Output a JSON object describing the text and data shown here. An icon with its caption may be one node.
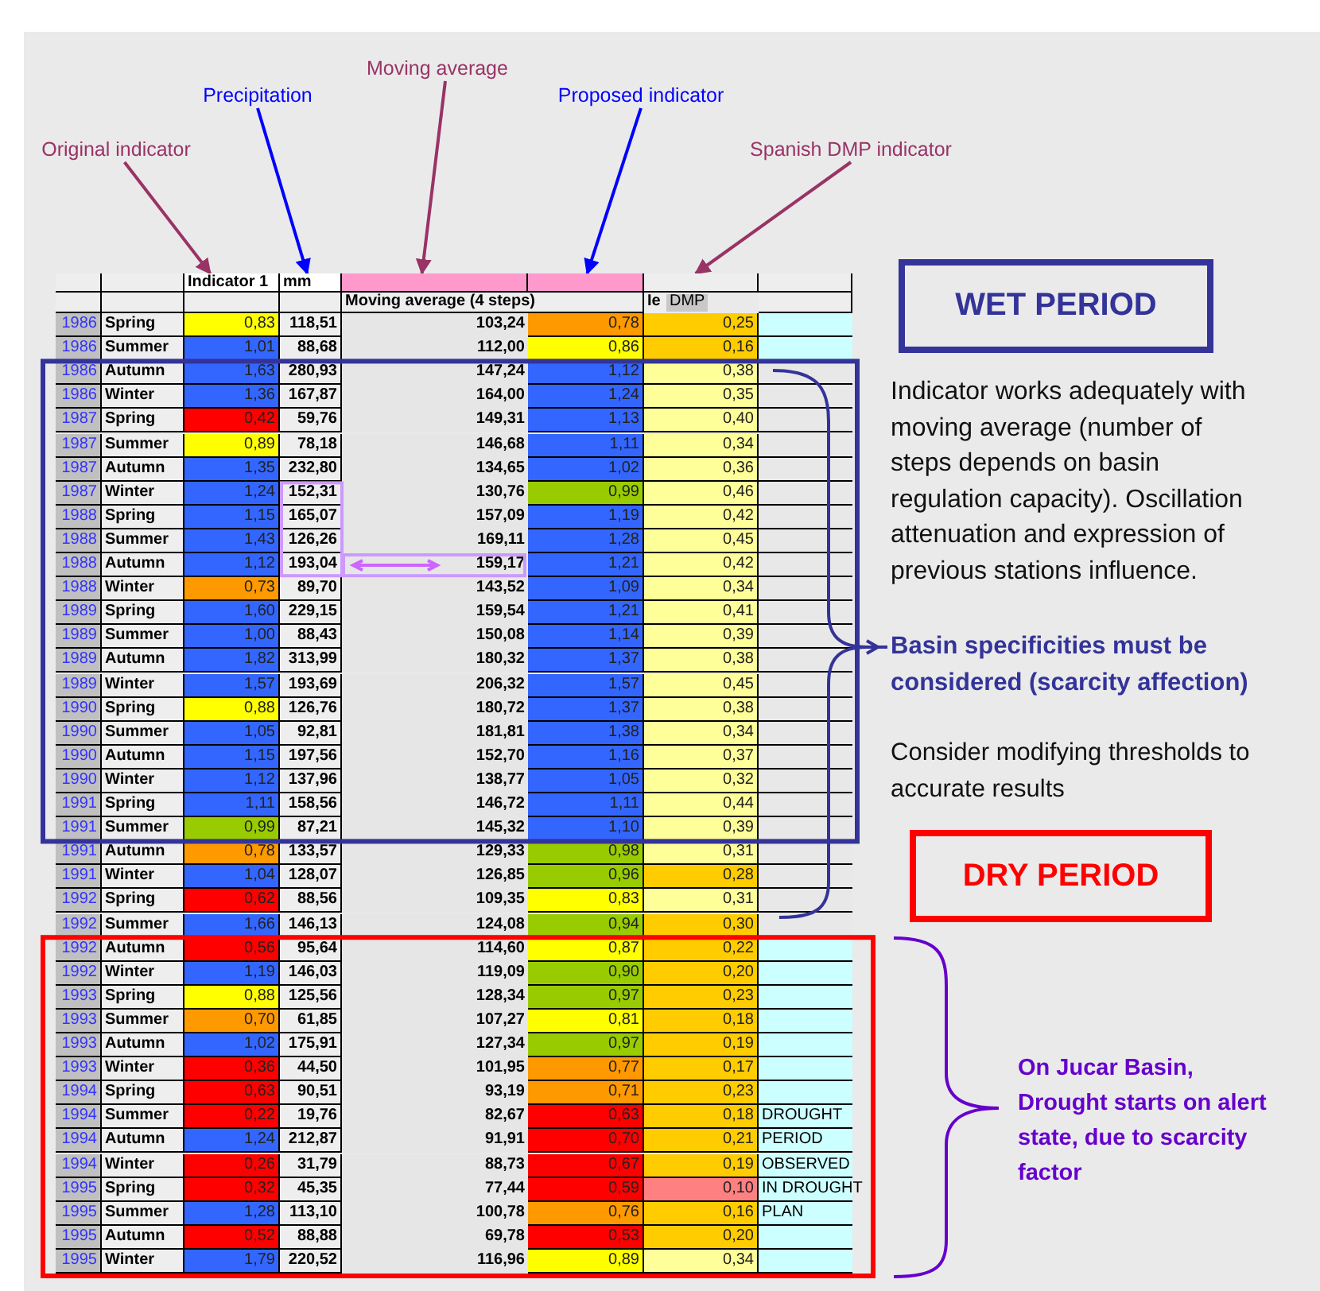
{
  "diagram": {
    "nodes": [
      {
        "text": [
          "Original indicator"
        ]
      },
      {
        "text": [
          "Precipitation"
        ]
      },
      {
        "text": [
          "Moving average"
        ]
      },
      {
        "text": [
          "Proposed indicator"
        ]
      },
      {
        "text": [
          "Spanish DMP indicator"
        ]
      },
      {
        "text": [
          "WET PERIOD"
        ]
      },
      {
        "text": [
          "DRY PERIOD"
        ]
      },
      {
        "text": [
          "Indicator 1"
        ]
      },
      {
        "text": [
          "mm"
        ]
      },
      {
        "text": [],
        "shape": "box"
      },
      {
        "text": [],
        "shape": "box"
      },
      {
        "text": [],
        "shape": "box"
      }
    ],
    "edges": [
      {
        "from": 0,
        "to": 7,
        "arrow": "to"
      },
      {
        "from": 1,
        "to": 8,
        "arrow": "to",
        "color": "#0000ff"
      },
      {
        "from": 2,
        "to": 9,
        "arrow": "to"
      },
      {
        "from": 3,
        "to": 10,
        "arrow": "to",
        "color": "#0000ff"
      },
      {
        "from": 4,
        "to": 11,
        "arrow": "to"
      }
    ],
    "labels": [
      "Moving average (4 steps)",
      "Ie",
      "DMP",
      "1986",
      "Spring",
      "0,83",
      "118,51",
      "103,24",
      "0,78",
      "0,25",
      "1986",
      "Summer",
      "1,01",
      "88,68",
      "112,00",
      "0,86",
      "0,16",
      "1986",
      "Autumn",
      "1,63",
      "280,93",
      "147,24",
      "1,12",
      "0,38",
      "1986",
      "Winter",
      "1,36",
      "167,87",
      "164,00",
      "1,24",
      "0,35",
      "1987",
      "Spring",
      "0,42",
      "59,76",
      "149,31",
      "1,13",
      "0,40",
      "1987",
      "Summer",
      "0,89",
      "78,18",
      "146,68",
      "1,11",
      "0,34",
      "1987",
      "Autumn",
      "1,35",
      "232,80",
      "134,65",
      "1,02",
      "0,36",
      "1987",
      "Winter",
      "1,24",
      "152,31",
      "130,76",
      "0,99",
      "0,46",
      "1988",
      "Spring",
      "1,15",
      "165,07",
      "157,09",
      "1,19",
      "0,42",
      "1988",
      "Summer",
      "1,43",
      "126,26",
      "169,11",
      "1,28",
      "0,45",
      "1988",
      "Autumn",
      "1,12",
      "193,04",
      "159,17",
      "1,21",
      "0,42",
      "1988",
      "Winter",
      "0,73",
      "89,70",
      "143,52",
      "1,09",
      "0,34",
      "1989",
      "Spring",
      "1,60",
      "229,15",
      "159,54",
      "1,21",
      "0,41",
      "1989",
      "Summer",
      "1,00",
      "88,43",
      "150,08",
      "1,14",
      "0,39",
      "1989",
      "Autumn",
      "1,82",
      "313,99",
      "180,32",
      "1,37",
      "0,38",
      "1989",
      "Winter",
      "1,57",
      "193,69",
      "206,32",
      "1,57",
      "0,45",
      "1990",
      "Spring",
      "0,88",
      "126,76",
      "180,72",
      "1,37",
      "0,38",
      "1990",
      "Summer",
      "1,05",
      "92,81",
      "181,81",
      "1,38",
      "0,34",
      "1990",
      "Autumn",
      "1,15",
      "197,56",
      "152,70",
      "1,16",
      "0,37",
      "1990",
      "Winter",
      "1,12",
      "137,96",
      "138,77",
      "1,05",
      "0,32",
      "1991",
      "Spring",
      "1,11",
      "158,56",
      "146,72",
      "1,11",
      "0,44",
      "1991",
      "Summer",
      "0,99",
      "87,21",
      "145,32",
      "1,10",
      "0,39",
      "1991",
      "Autumn",
      "0,78",
      "133,57",
      "129,33",
      "0,98",
      "0,31",
      "1991",
      "Winter",
      "1,04",
      "128,07",
      "126,85",
      "0,96",
      "0,28",
      "1992",
      "Spring",
      "0,62",
      "88,56",
      "109,35",
      "0,83",
      "0,31",
      "1992",
      "Summer",
      "1,66",
      "146,13",
      "124,08",
      "0,94",
      "0,30",
      "1992",
      "Autumn",
      "0,56",
      "95,64",
      "114,60",
      "0,87",
      "0,22",
      "1992",
      "Winter",
      "1,19",
      "146,03",
      "119,09",
      "0,90",
      "0,20",
      "1993",
      "Spring",
      "0,88",
      "125,56",
      "128,34",
      "0,97",
      "0,23",
      "1993",
      "Summer",
      "0,70",
      "61,85",
      "107,27",
      "0,81",
      "0,18",
      "1993",
      "Autumn",
      "1,02",
      "175,91",
      "127,34",
      "0,97",
      "0,19",
      "1993",
      "Winter",
      "0,36",
      "44,50",
      "101,95",
      "0,77",
      "0,17",
      "1994",
      "Spring",
      "0,63",
      "90,51",
      "93,19",
      "0,71",
      "0,23",
      "1994",
      "Summer",
      "0,22",
      "19,76",
      "82,67",
      "0,63",
      "0,18",
      "DROUGHT",
      "1994",
      "Autumn",
      "1,24",
      "212,87",
      "91,91",
      "0,70",
      "0,21",
      "PERIOD",
      "1994",
      "Winter",
      "0,26",
      "31,79",
      "88,73",
      "0,67",
      "0,19",
      "OBSERVED",
      "1995",
      "Spring",
      "0,32",
      "45,35",
      "77,44",
      "0,59",
      "0,10",
      "IN DROUGHT",
      "1995",
      "Summer",
      "1,28",
      "113,10",
      "100,78",
      "0,76",
      "0,16",
      "PLAN",
      "1995",
      "Autumn",
      "0,52",
      "88,88",
      "69,78",
      "0,53",
      "0,20",
      "1995",
      "Winter",
      "1,79",
      "220,52",
      "116,96",
      "0,89",
      "0,34",
      "Indicator works adequately with moving average (number of steps depends on basin regulation capacity). Oscillation attenuation and expression of previous stations influence.",
      "Basin specificities must be considered (scarcity affection)",
      "Consider modifying thresholds to accurate results",
      "On Jucar Basin, Drought starts on alert state, due to scarcity factor"
    ]
  }
}
